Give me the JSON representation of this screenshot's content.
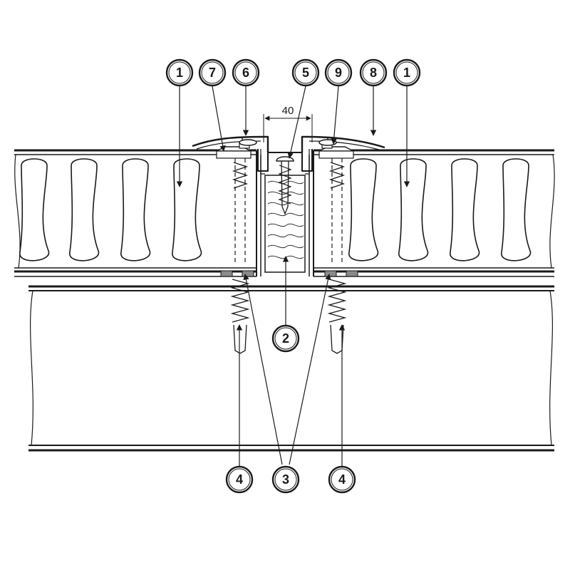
{
  "dimension": {
    "label": "40"
  },
  "callouts": [
    {
      "id": "c1a",
      "label": "1"
    },
    {
      "id": "c7",
      "label": "7"
    },
    {
      "id": "c6",
      "label": "6"
    },
    {
      "id": "c5",
      "label": "5"
    },
    {
      "id": "c9",
      "label": "9"
    },
    {
      "id": "c8",
      "label": "8"
    },
    {
      "id": "c1b",
      "label": "1"
    },
    {
      "id": "c2",
      "label": "2"
    },
    {
      "id": "c4a",
      "label": "4"
    },
    {
      "id": "c3",
      "label": "3"
    },
    {
      "id": "c4b",
      "label": "4"
    }
  ],
  "colors": {
    "ink": "#1a1a1a",
    "fill": "#ffffff",
    "shade": "#8a8a8a"
  }
}
